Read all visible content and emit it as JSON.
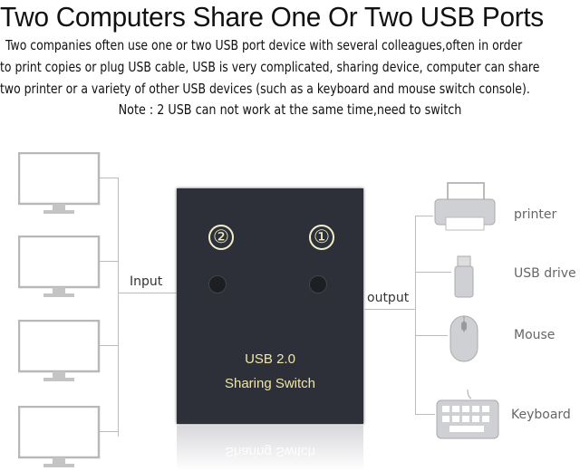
{
  "title": "Two Computers Share One Or Two USB Ports",
  "description": [
    "Two companies often use one or two USB port device with several colleagues,often in order",
    "to print copies or plug USB cable, USB is very complicated, sharing device, computer can share",
    "two printer or a variety of other USB devices (such as a keyboard and mouse switch console)."
  ],
  "note": "Note : 2 USB can not work at the same time,need to switch",
  "diagram": {
    "input_label": "Input",
    "output_label": "output",
    "computers": [
      "computer-1",
      "computer-2",
      "computer-3",
      "computer-4"
    ],
    "switch": {
      "port_2": "②",
      "port_1": "①",
      "line1": "USB 2.0",
      "line2": "Sharing Switch",
      "reflection": "Sharing Switch",
      "color": "#2d3038",
      "text_color": "#efe6a8"
    },
    "devices": [
      {
        "label": "printer",
        "icon": "printer-icon"
      },
      {
        "label": "USB drive",
        "icon": "usb-drive-icon"
      },
      {
        "label": "Mouse",
        "icon": "mouse-icon"
      },
      {
        "label": "Keyboard",
        "icon": "keyboard-icon"
      }
    ]
  }
}
